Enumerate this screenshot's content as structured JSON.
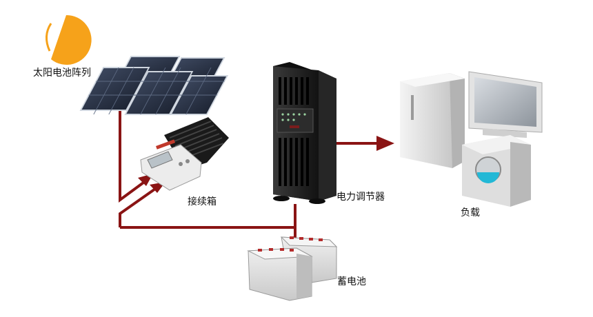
{
  "labels": {
    "solar_array": "太阳电池阵列",
    "junction_box": "接续箱",
    "power_regulator": "电力调节器",
    "load": "负载",
    "battery": "蓄电池"
  },
  "colors": {
    "connector": "#8a1414",
    "sun": "#f6a21a",
    "panel_cell": "#2b3446",
    "regulator_body": "#1c1c1c",
    "appliance_body": "#e4e4e4"
  },
  "icons": {
    "sun": "sun-icon",
    "solar_panel": "solar-panel-icon",
    "junction_box": "junction-box-icon",
    "power_regulator": "power-regulator-icon",
    "refrigerator": "refrigerator-icon",
    "monitor": "monitor-icon",
    "washing_machine": "washing-machine-icon",
    "battery": "battery-icon"
  }
}
